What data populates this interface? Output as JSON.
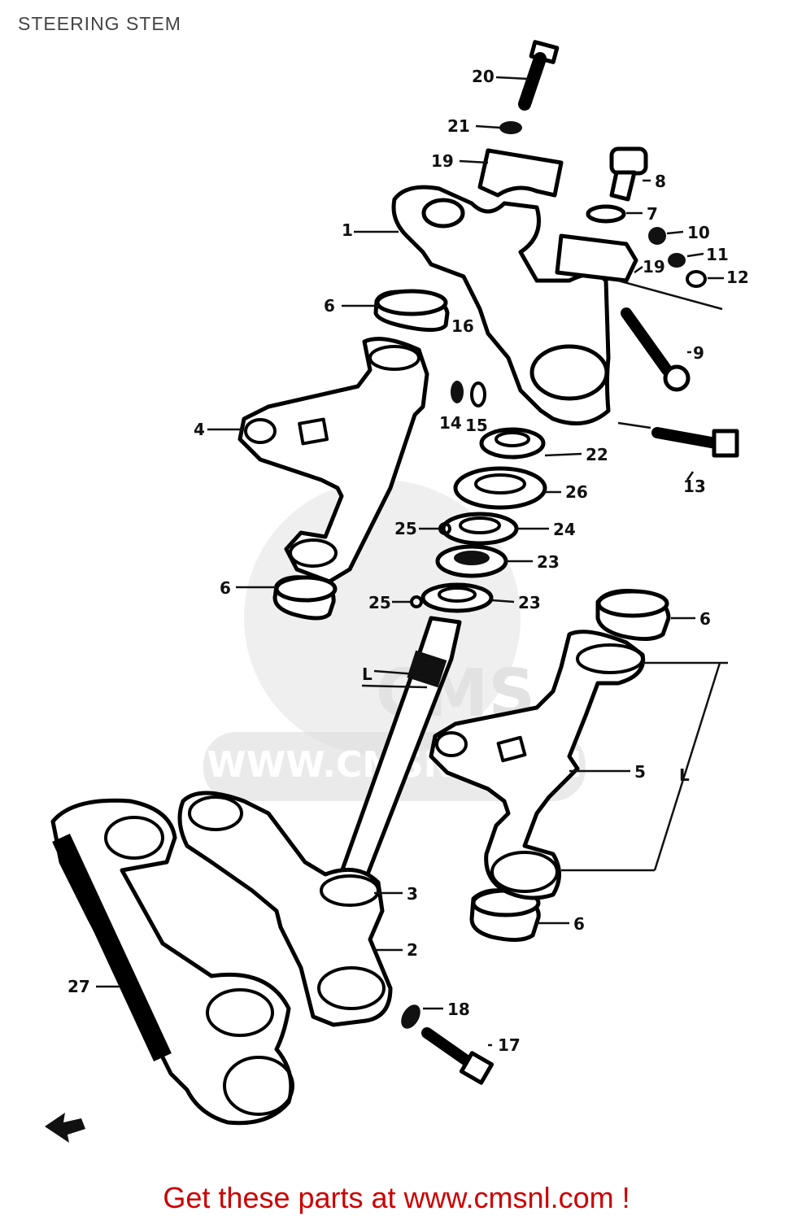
{
  "header": {
    "title": "STEERING STEM"
  },
  "footer": {
    "text": "Get these parts at www.cmsnl.com !"
  },
  "watermark": {
    "text": "WWW.CMSNL.COM",
    "brand": "CMS"
  },
  "colors": {
    "footer_text": "#cc0000",
    "title_text": "#444444",
    "watermark": "#dcdcdc"
  },
  "callouts": {
    "c1": "1",
    "c2": "2",
    "c3": "3",
    "c4": "4",
    "c5": "5",
    "c6a": "6",
    "c6b": "6",
    "c6c": "6",
    "c6d": "6",
    "c7": "7",
    "c8": "8",
    "c9": "9",
    "c10": "10",
    "c11": "11",
    "c12": "12",
    "c13": "13",
    "c14": "14",
    "c15": "15",
    "c16": "16",
    "c17": "17",
    "c18": "18",
    "c19a": "19",
    "c19b": "19",
    "c20": "20",
    "c21": "21",
    "c22": "22",
    "c23a": "23",
    "c23b": "23",
    "c24": "24",
    "c25a": "25",
    "c25b": "25",
    "c26": "26",
    "c27": "27",
    "ca": "L",
    "cb": "L"
  },
  "icons": {
    "arrow": "front-direction-arrow-icon"
  }
}
